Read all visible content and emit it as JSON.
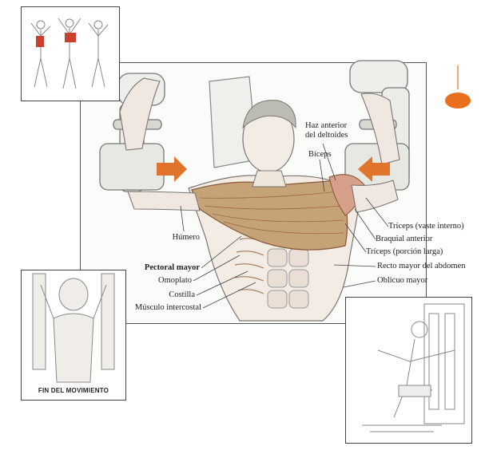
{
  "labels": {
    "haz_anterior": "Haz anterior\ndel deltoides",
    "biceps": "Bíceps",
    "triceps_vaste": "Tríceps (vaste interno)",
    "braquial": "Braquial anterior",
    "triceps_porcion": "Tríceps (porción larga)",
    "recto_mayor": "Recto mayor del abdomen",
    "oblicuo_mayor": "Oblicuo mayor",
    "humero": "Húmero",
    "pectoral_mayor": "Pectoral mayor",
    "omoplato": "Omoplato",
    "costilla": "Costilla",
    "musculo_intercostal": "Músculo intercostal"
  },
  "caption": "FIN DEL MOVIMIENTO",
  "colors": {
    "muscle_red": "#c9402c",
    "muscle_tan": "#c6a277",
    "muscle_brown": "#8b5a3a",
    "arrow_orange": "#e0742a",
    "accent_orange": "#ea6f1d",
    "sketch": "#777777"
  }
}
